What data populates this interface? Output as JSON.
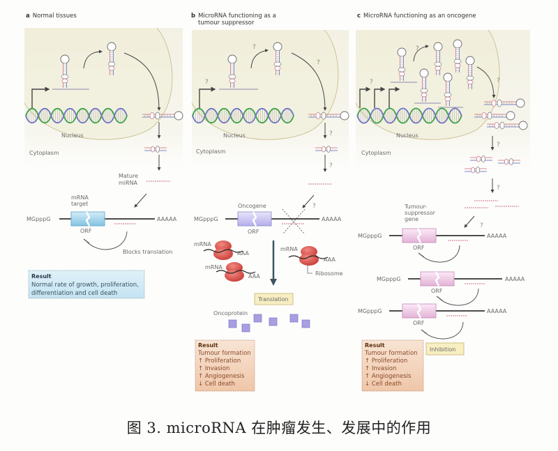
{
  "caption": "图 3. microRNA 在肿瘤发生、发展中的作用",
  "colors": {
    "nucleus_bg": "#f3f1e3",
    "membrane": "#c9bd8e",
    "dna_green": "#3da24a",
    "dna_blue": "#6f74c4",
    "orf_blue": "#9fd2ea",
    "orf_purple": "#c9c5ee",
    "orf_pink": "#efc8e4",
    "ribosome": "#d9534f",
    "oncoprotein": "#a79fe0",
    "result_blue": "#d6ecf6",
    "result_orange": "#f6d9c4",
    "label_yellow": "#f7efc2",
    "arrow": "#3a5566"
  },
  "panels": [
    {
      "letter": "a",
      "title": "Normal tissues",
      "nucleus_label": "Nucleus",
      "cytoplasm_label": "Cytoplasm",
      "mature_mirna_label": [
        "Mature",
        "miRNA"
      ],
      "target_label": [
        "mRNA",
        "target"
      ],
      "cap_label": "MGpppG",
      "polya_label": "AAAAA",
      "orf_label": "ORF",
      "blocks_label": "Blocks translation",
      "result": {
        "title": "Result",
        "lines": [
          "Normal rate of growth, proliferation,",
          "differentiation and cell death"
        ]
      }
    },
    {
      "letter": "b",
      "title": [
        "MicroRNA functioning as a",
        "tumour suppressor"
      ],
      "nucleus_label": "Nucleus",
      "cytoplasm_label": "Cytoplasm",
      "target_label": "Oncogene",
      "cap_label": "MGpppG",
      "polya_label": "AAAAA",
      "orf_label": "ORF",
      "question_mark": "?",
      "mrna_label": "mRNA",
      "aaa_label": "AAA",
      "ribosome_label": "Ribosome",
      "translation_label": "Translation",
      "oncoprotein_label": "Oncoprotein",
      "result": {
        "title": "Result",
        "lines": [
          "Tumour formation",
          "↑ Proliferation",
          "↑ Invasion",
          "↑ Angiogenesis",
          "↓ Cell death"
        ]
      }
    },
    {
      "letter": "c",
      "title": "MicroRNA functioning as an oncogene",
      "nucleus_label": "Nucleus",
      "cytoplasm_label": "Cytoplasm",
      "target_label": [
        "Tumour-",
        "suppressor",
        "gene"
      ],
      "cap_label": "MGpppG",
      "polya_label": "AAAAA",
      "orf_label": "ORF",
      "question_mark": "?",
      "inhibition_label": "Inhibition",
      "result": {
        "title": "Result",
        "lines": [
          "Tumour formation",
          "↑ Proliferation",
          "↑ Invasion",
          "↑ Angiogenesis",
          "↓ Cell death"
        ]
      }
    }
  ]
}
